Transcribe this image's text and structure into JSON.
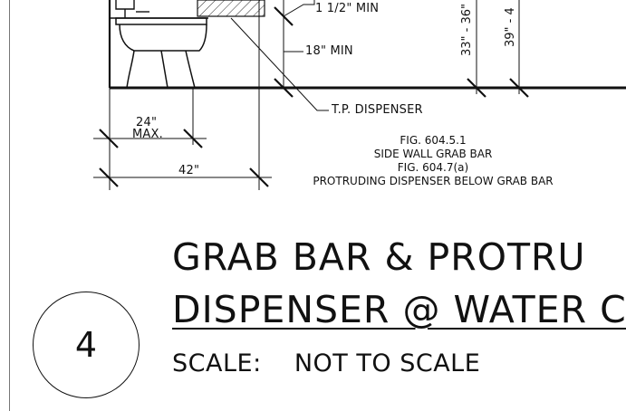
{
  "dimensions": {
    "grab_bar_clearance": "1 1/2\" MIN",
    "grab_bar_extension": "18\" MIN",
    "grab_bar_height": "33\" - 36\"",
    "dispenser_height": "39\" - 4",
    "dispenser_offset_top": "24\"",
    "dispenser_offset_bottom": "MAX.",
    "grab_bar_length": "42\""
  },
  "labels": {
    "tp_dispenser": "T.P. DISPENSER"
  },
  "figure_notes": [
    "FIG. 604.5.1",
    "SIDE WALL GRAB BAR",
    "FIG. 604.7(a)",
    "PROTRUDING DISPENSER BELOW GRAB BAR"
  ],
  "title_block": {
    "detail_number": "4",
    "title_line_1": "GRAB BAR & PROTRU",
    "title_line_2": "DISPENSER @ WATER C",
    "scale_label": "SCALE:",
    "scale_value": "NOT TO SCALE"
  }
}
